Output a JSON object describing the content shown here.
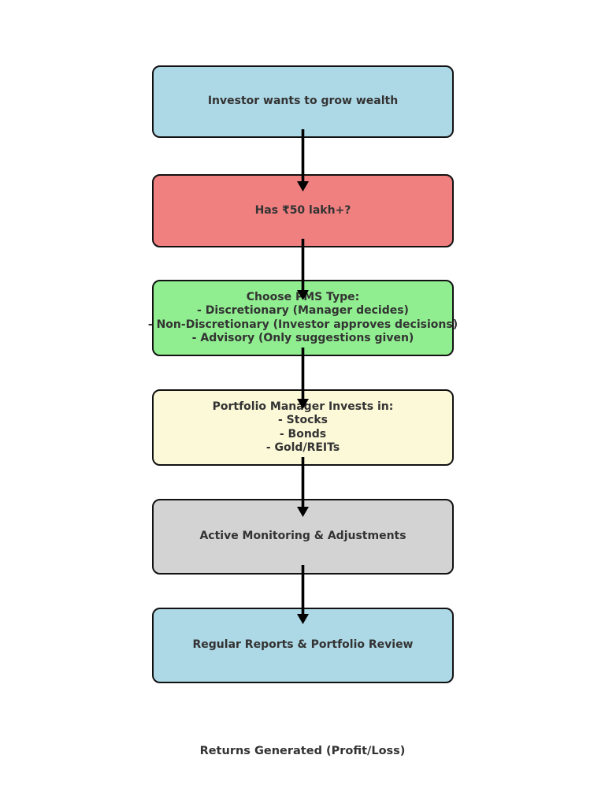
{
  "diagram": {
    "type": "flowchart",
    "direction": "top-down",
    "text_color": "#333333",
    "border_color": "#111111",
    "arrow_color": "#000000",
    "nodes": [
      {
        "id": "investor-goal",
        "color": "#add8e6",
        "lines": [
          "Investor wants to grow wealth"
        ]
      },
      {
        "id": "eligibility-check",
        "color": "#f08080",
        "lines": [
          "Has ₹50 lakh+?"
        ]
      },
      {
        "id": "choose-pms-type",
        "color": "#90ee90",
        "lines": [
          "Choose PMS Type:",
          "- Discretionary (Manager decides)",
          "- Non-Discretionary (Investor approves decisions)",
          "- Advisory (Only suggestions given)"
        ]
      },
      {
        "id": "manager-invests",
        "color": "#fcf9d8",
        "lines": [
          "Portfolio Manager Invests in:",
          "- Stocks",
          "- Bonds",
          "- Gold/REITs"
        ]
      },
      {
        "id": "active-monitoring",
        "color": "#d3d3d3",
        "lines": [
          "Active Monitoring & Adjustments"
        ]
      },
      {
        "id": "regular-reports",
        "color": "#add8e6",
        "lines": [
          "Regular Reports & Portfolio Review"
        ]
      }
    ],
    "footer_label": "Returns Generated (Profit/Loss)"
  }
}
